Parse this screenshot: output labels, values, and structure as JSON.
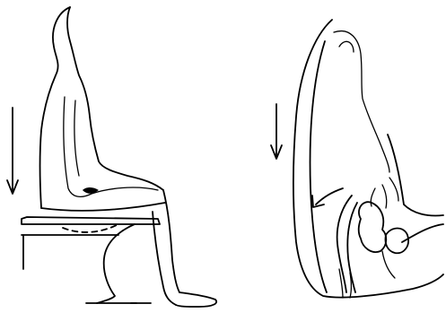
{
  "figure": {
    "panels": [
      {
        "id": "left",
        "subject": "person-seated-on-toilet-side-view",
        "arrow": "down"
      },
      {
        "id": "right",
        "subject": "pelvic-cross-section-side-view",
        "arrows": [
          "down",
          "curved-left"
        ]
      }
    ],
    "colors": {
      "ink": "#000000",
      "background": "#ffffff"
    }
  }
}
